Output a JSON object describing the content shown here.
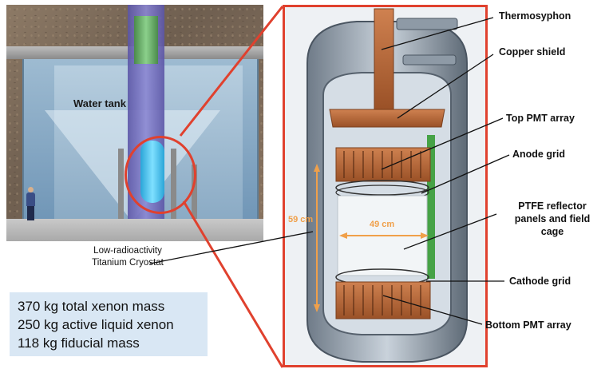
{
  "left_panel": {
    "water_tank_label": "Water tank",
    "cryostat_caption_line1": "Low-radioactivity",
    "cryostat_caption_line2": "Titanium Cryostat"
  },
  "stats": [
    "370 kg total xenon mass",
    "250 kg active liquid xenon",
    "118 kg fiducial mass"
  ],
  "cutaway": {
    "labels": {
      "thermosyphon": "Thermosyphon",
      "copper_shield": "Copper shield",
      "top_pmt_array": "Top PMT array",
      "anode_grid": "Anode grid",
      "ptfe_line1": "PTFE reflector",
      "ptfe_line2": "panels and field",
      "ptfe_line3": "cage",
      "cathode_grid": "Cathode grid",
      "bottom_pmt_array": "Bottom PMT array"
    },
    "dimensions": {
      "height": "59 cm",
      "width": "49 cm"
    }
  },
  "colors": {
    "highlight_red": "#e0412e",
    "copper": "#b9683a",
    "dimension_orange": "#f0a04a",
    "stats_bg": "#d9e7f4"
  }
}
